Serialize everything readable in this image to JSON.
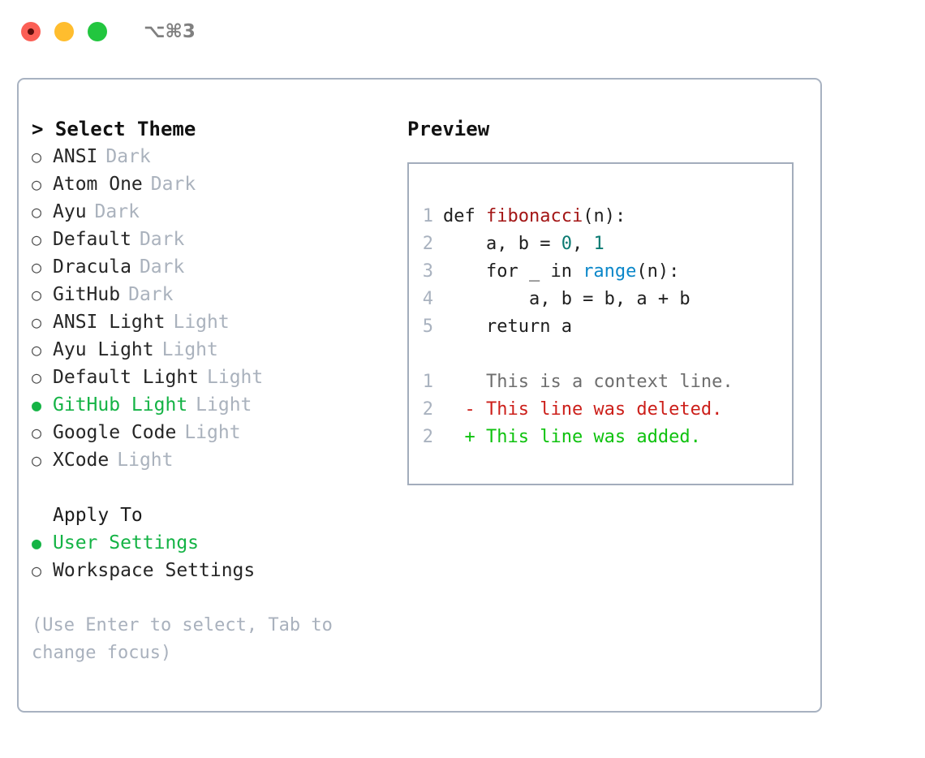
{
  "window": {
    "shortcut": "⌥⌘3",
    "traffic_lights": [
      {
        "name": "close",
        "color": "#fb5f55"
      },
      {
        "name": "minimize",
        "color": "#ffbd2e"
      },
      {
        "name": "maximize",
        "color": "#22c63f"
      }
    ]
  },
  "theme_panel": {
    "title": "> Select Theme",
    "bullet_selected": "●",
    "bullet_unselected": "○",
    "items": [
      {
        "name": "ANSI",
        "variant": "Dark",
        "selected": false
      },
      {
        "name": "Atom One",
        "variant": "Dark",
        "selected": false
      },
      {
        "name": "Ayu",
        "variant": "Dark",
        "selected": false
      },
      {
        "name": "Default",
        "variant": "Dark",
        "selected": false
      },
      {
        "name": "Dracula",
        "variant": "Dark",
        "selected": false
      },
      {
        "name": "GitHub",
        "variant": "Dark",
        "selected": false
      },
      {
        "name": "ANSI Light",
        "variant": "Light",
        "selected": false
      },
      {
        "name": "Ayu Light",
        "variant": "Light",
        "selected": false
      },
      {
        "name": "Default Light",
        "variant": "Light",
        "selected": false
      },
      {
        "name": "GitHub Light",
        "variant": "Light",
        "selected": true
      },
      {
        "name": "Google Code",
        "variant": "Light",
        "selected": false
      },
      {
        "name": "XCode",
        "variant": "Light",
        "selected": false
      }
    ]
  },
  "apply_to": {
    "title": "Apply To",
    "items": [
      {
        "name": "User Settings",
        "selected": true
      },
      {
        "name": "Workspace Settings",
        "selected": false
      }
    ]
  },
  "hint": "(Use Enter to select, Tab to change focus)",
  "preview": {
    "title": "Preview",
    "code_lines": [
      {
        "no": "1",
        "tokens": [
          {
            "t": "def ",
            "c": "plain"
          },
          {
            "t": "fibonacci",
            "c": "fn"
          },
          {
            "t": "(n):",
            "c": "plain"
          }
        ]
      },
      {
        "no": "2",
        "tokens": [
          {
            "t": "    a, b = ",
            "c": "plain"
          },
          {
            "t": "0",
            "c": "num"
          },
          {
            "t": ", ",
            "c": "plain"
          },
          {
            "t": "1",
            "c": "num"
          }
        ]
      },
      {
        "no": "3",
        "tokens": [
          {
            "t": "    for _ in ",
            "c": "plain"
          },
          {
            "t": "range",
            "c": "builtin"
          },
          {
            "t": "(n):",
            "c": "plain"
          }
        ]
      },
      {
        "no": "4",
        "tokens": [
          {
            "t": "        a, b = b, a + b",
            "c": "plain"
          }
        ]
      },
      {
        "no": "5",
        "tokens": [
          {
            "t": "    return a",
            "c": "plain"
          }
        ]
      }
    ],
    "diff_lines": [
      {
        "no": "1",
        "marker": " ",
        "text": "This is a context line.",
        "kind": "ctx"
      },
      {
        "no": "2",
        "marker": "-",
        "text": "This line was deleted.",
        "kind": "del"
      },
      {
        "no": "2",
        "marker": "+",
        "text": "This line was added.",
        "kind": "add"
      }
    ]
  },
  "colors": {
    "accent_green": "#14b345",
    "muted": "#aab2bd",
    "border": "#a8b2c1",
    "diff_delete": "#cc1f1a",
    "diff_add": "#0ec20e",
    "token_function": "#a31515",
    "token_number": "#0b7a72",
    "token_builtin": "#0b87c9"
  }
}
